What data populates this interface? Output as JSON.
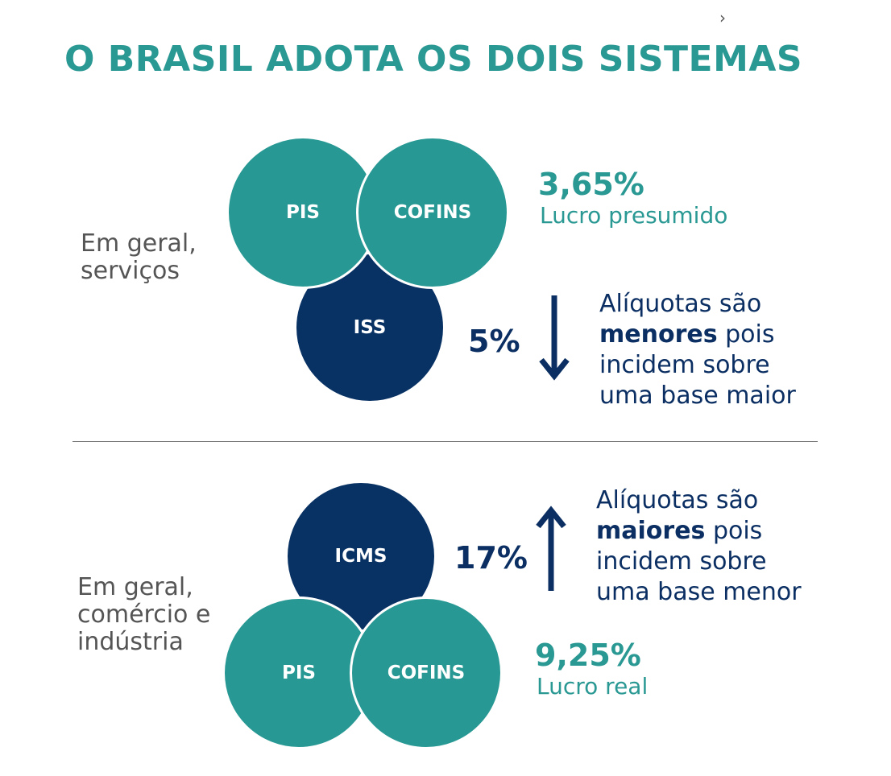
{
  "header": {
    "chevron": "›",
    "title": "O BRASIL ADOTA OS DOIS SISTEMAS"
  },
  "colors": {
    "teal": "#279893",
    "navy": "#083164"
  },
  "section_services": {
    "label_line1": "Em geral,",
    "label_line2": "serviços",
    "circles": {
      "pis": "PIS",
      "cofins": "COFINS",
      "iss": "ISS"
    },
    "federal_rate": "3,65%",
    "federal_regime": "Lucro presumido",
    "municipal_rate": "5%",
    "arrow_icon": "arrow-down-icon",
    "note": {
      "line1": "Alíquotas são",
      "emphasis": "menores",
      "line2_rest": " pois",
      "line3": "incidem sobre",
      "line4": "uma base maior"
    }
  },
  "section_commerce": {
    "label_line1": "Em geral,",
    "label_line2": "comércio e",
    "label_line3": "indústria",
    "circles": {
      "icms": "ICMS",
      "pis": "PIS",
      "cofins": "COFINS"
    },
    "state_rate": "17%",
    "arrow_icon": "arrow-up-icon",
    "federal_rate": "9,25%",
    "federal_regime": "Lucro real",
    "note": {
      "line1": "Alíquotas são",
      "emphasis": "maiores",
      "line2_rest": " pois",
      "line3": "incidem sobre",
      "line4": "uma base menor"
    }
  }
}
